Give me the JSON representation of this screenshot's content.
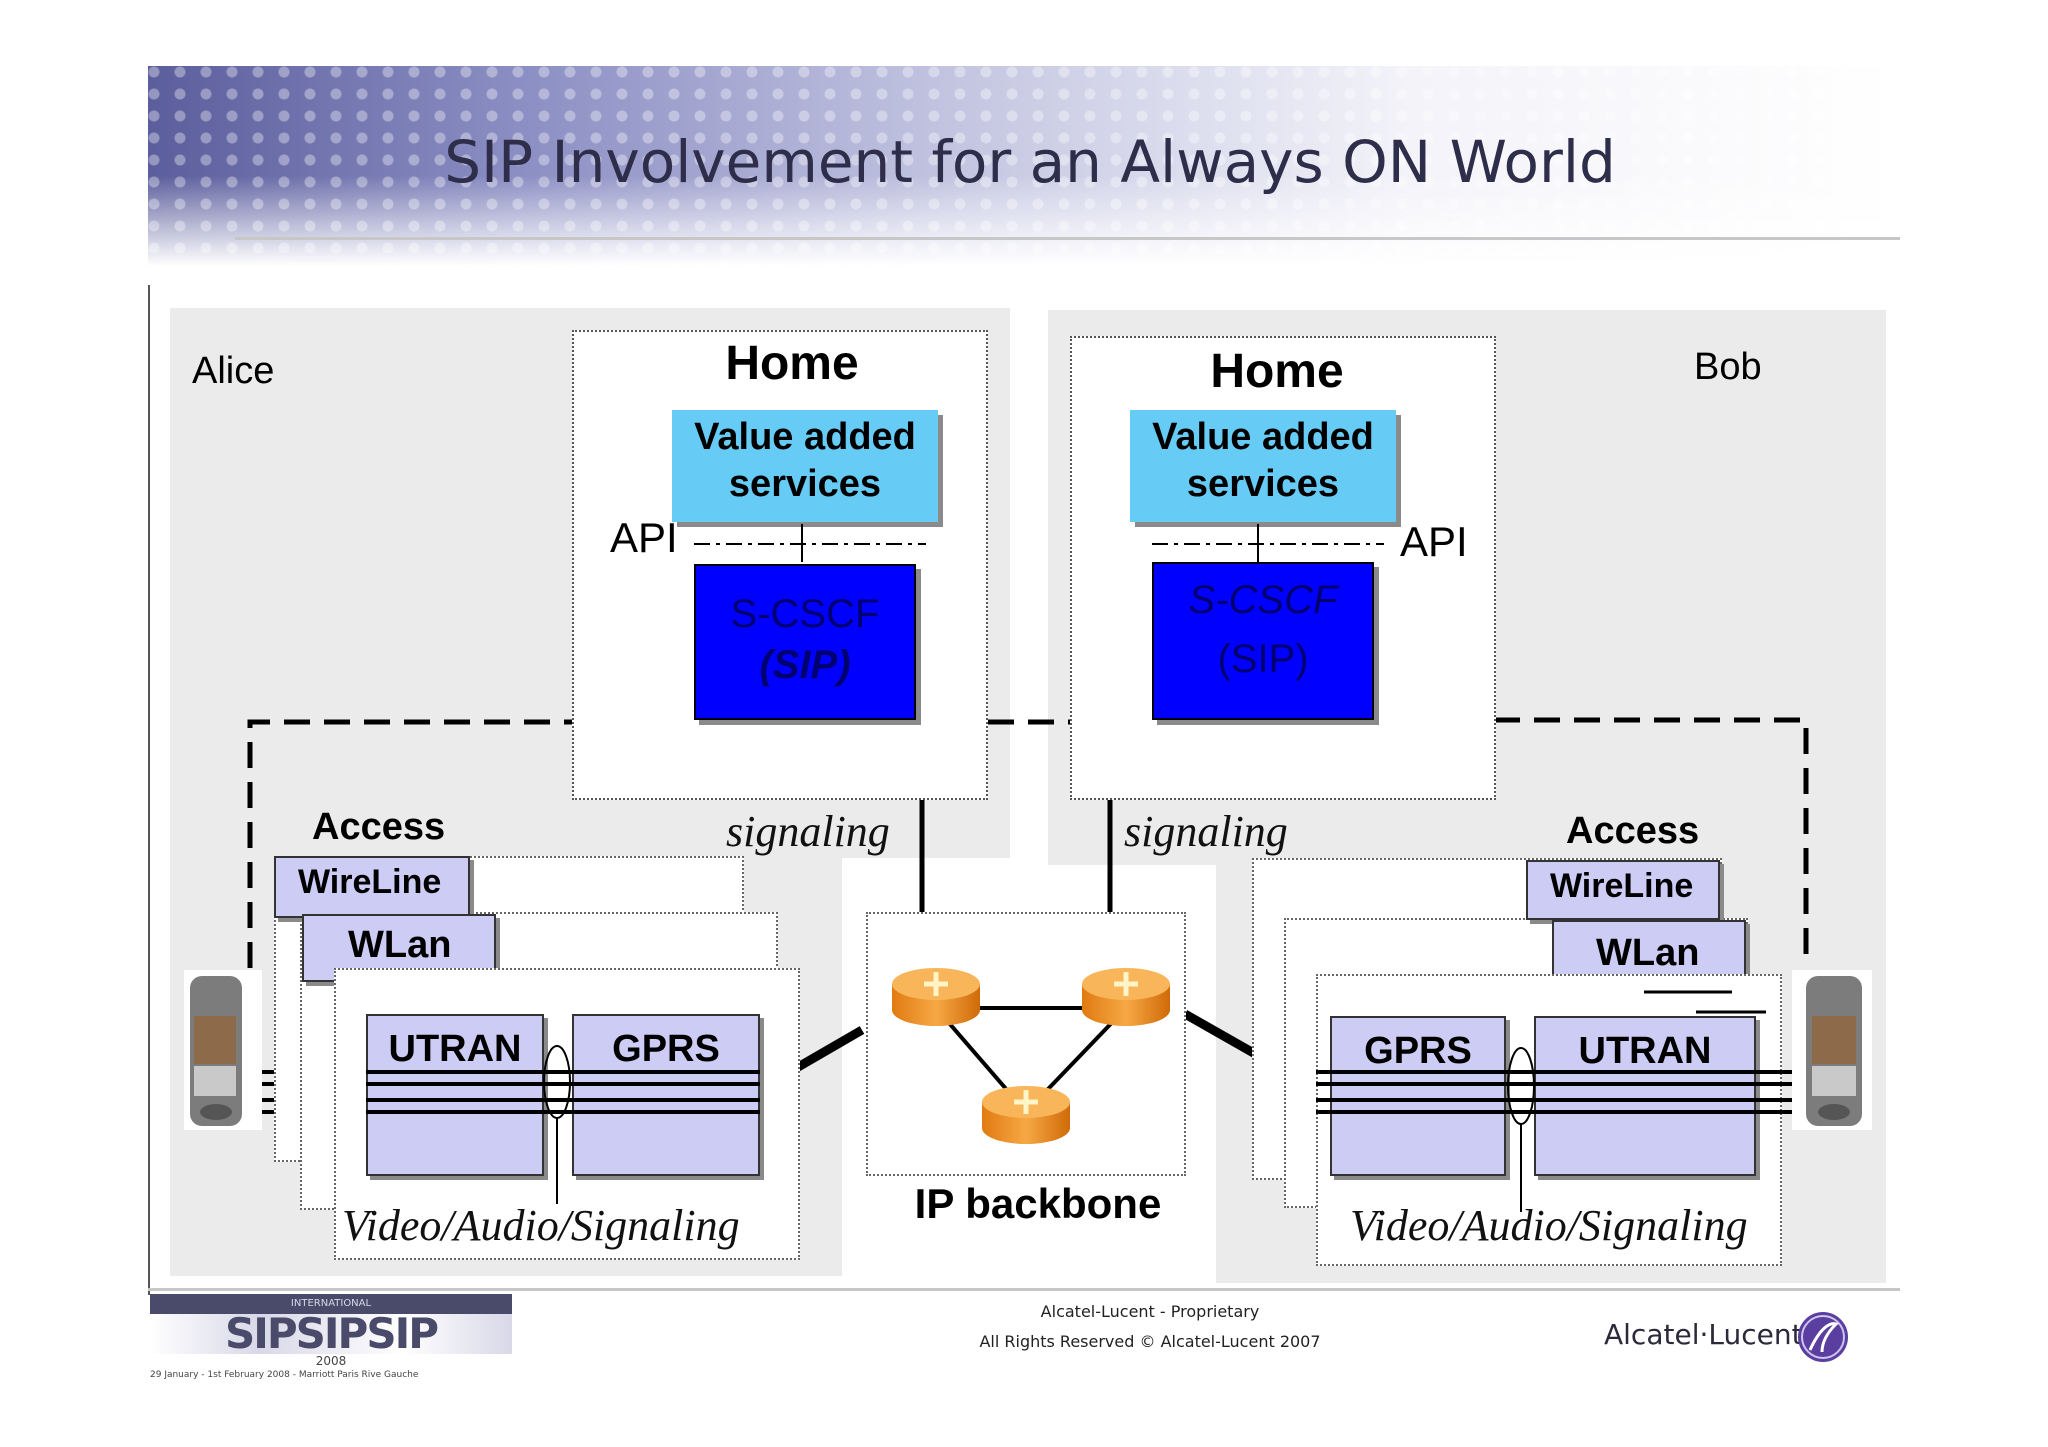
{
  "slide": {
    "title": "SIP Involvement for an Always ON World"
  },
  "parties": {
    "left": "Alice",
    "right": "Bob"
  },
  "home_left": {
    "title": "Home",
    "services_line1": "Value added",
    "services_line2": "services",
    "api": "API",
    "cscf_line1": "S-CSCF",
    "cscf_line2": "(SIP)"
  },
  "home_right": {
    "title": "Home",
    "services_line1": "Value added",
    "services_line2": "services",
    "api": "API",
    "cscf_line1": "S-CSCF",
    "cscf_line2": "(SIP)"
  },
  "access_left": {
    "title": "Access",
    "tab1": "WireLine",
    "tab2": "WLan",
    "radio1": "UTRAN",
    "radio2": "GPRS",
    "caption": "Video/Audio/Signaling"
  },
  "access_right": {
    "title": "Access",
    "tab1": "WireLine",
    "tab2": "WLan",
    "radio1": "GPRS",
    "radio2": "UTRAN",
    "caption": "Video/Audio/Signaling"
  },
  "signaling": {
    "left": "signaling",
    "right": "signaling"
  },
  "backbone": {
    "label": "IP backbone"
  },
  "footer": {
    "line1": "Alcatel-Lucent - Proprietary",
    "line2": "All Rights Reserved © Alcatel-Lucent 2007",
    "event_logo_text": "SIPSIPSIP",
    "event_banner": "INTERNATIONAL",
    "event_year": "2008",
    "event_dates": "29 January - 1st February 2008 - Marriott Paris Rive Gauche",
    "brand": "Alcatel·Lucent"
  },
  "colors": {
    "services": "#66ccf5",
    "cscf": "#0000ff",
    "radio": "#ccccf5",
    "router": "#f39a2a",
    "panel": "#ebebeb"
  },
  "icons": [
    "router-icon",
    "mobile-phone-icon",
    "alcatel-lucent-logo-icon"
  ]
}
